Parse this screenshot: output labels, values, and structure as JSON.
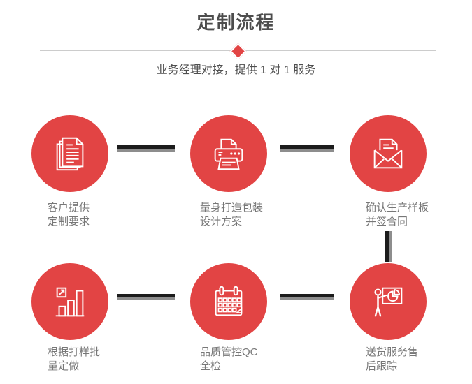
{
  "colors": {
    "accent_red": "#e24444",
    "connector_dark": "#1c1c1c",
    "connector_gray": "#8d8d8d",
    "title_gray": "#4d4d4d",
    "subtitle_gray": "#4f4f4f",
    "label_gray": "#777777",
    "divider_gray": "#cccccc",
    "icon_stroke": "#ffffff"
  },
  "header": {
    "title": "定制流程",
    "subtitle": "业务经理对接，提供 1 对 1 服务",
    "divider_marker": "diamond-icon"
  },
  "steps": [
    {
      "icon": "documents-icon",
      "line1": "客户提供",
      "line2": "定制要求"
    },
    {
      "icon": "printer-icon",
      "line1": "量身打造包装",
      "line2": "设计方案"
    },
    {
      "icon": "envelope-icon",
      "line1": "确认生产样板",
      "line2": "并签合同"
    },
    {
      "icon": "bar-chart-icon",
      "line1": "根据打样批",
      "line2": "量定做"
    },
    {
      "icon": "calendar-icon",
      "line1": "品质管控QC",
      "line2": "全检"
    },
    {
      "icon": "presentation-icon",
      "line1": "送货服务售",
      "line2": "后跟踪"
    }
  ]
}
